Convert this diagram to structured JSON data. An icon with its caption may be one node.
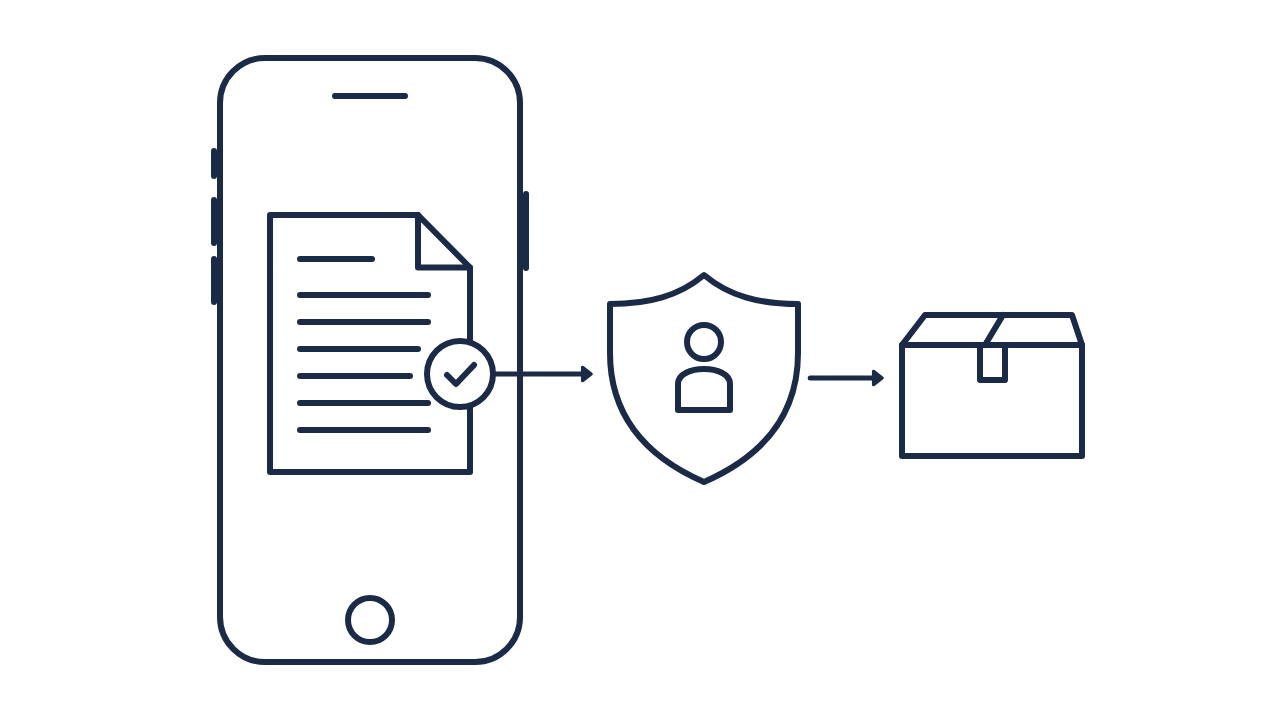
{
  "diagram": {
    "nodes": [
      {
        "text": [],
        "shape": "picture"
      },
      {
        "text": [],
        "shape": "picture",
        "in": 0
      },
      {
        "text": [],
        "shape": "circle",
        "in": 0
      },
      {
        "text": [],
        "shape": "picture"
      },
      {
        "text": [],
        "shape": "picture"
      }
    ],
    "edges": [
      {
        "from": 2,
        "to": 3,
        "arrow": "to"
      },
      {
        "from": 3,
        "to": 4,
        "arrow": "to"
      }
    ]
  }
}
